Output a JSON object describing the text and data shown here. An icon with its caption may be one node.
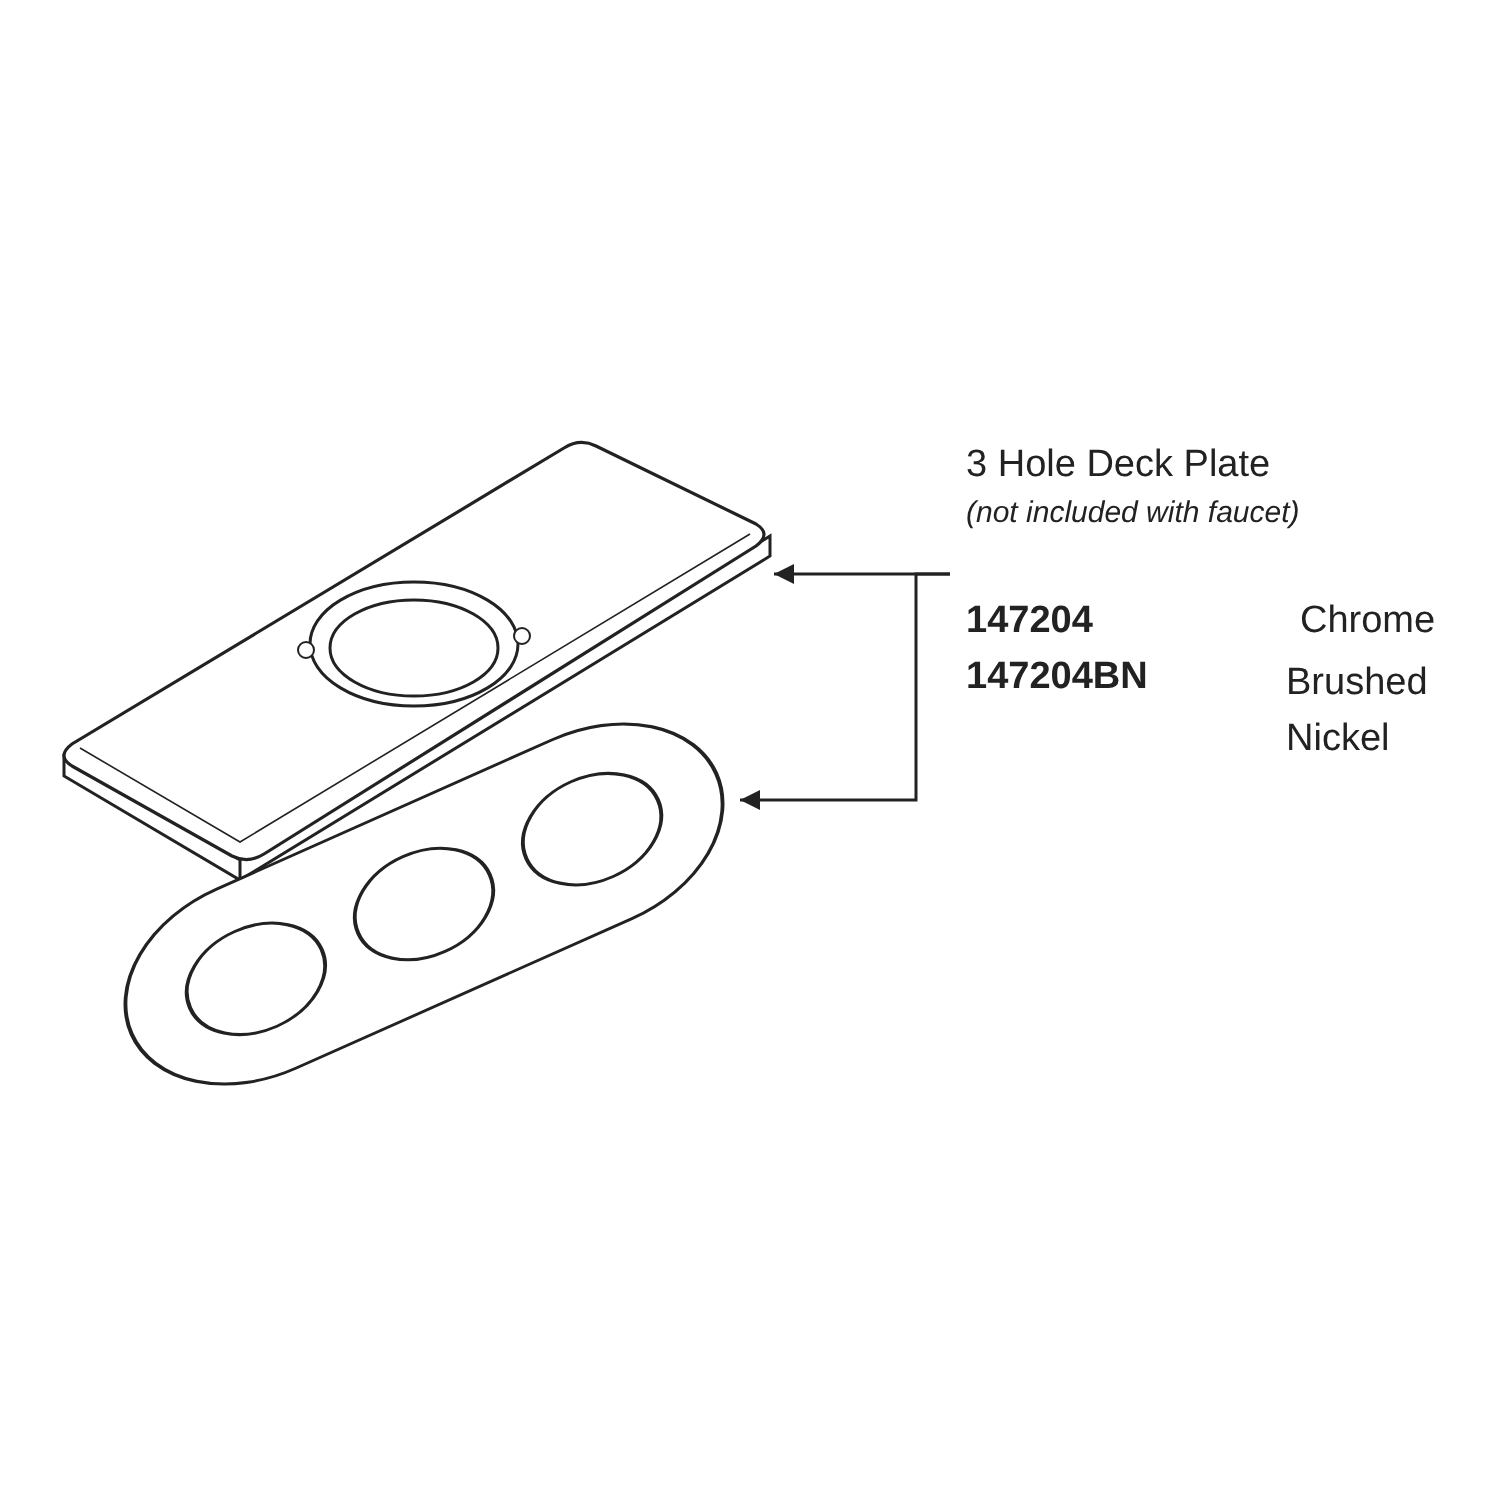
{
  "diagram": {
    "nodes": [
      {
        "text": [
          "3 Hole Deck Plate",
          "(not included with faucet)"
        ]
      },
      {
        "text": [],
        "shape": "picture"
      },
      {
        "text": [],
        "shape": "picture"
      }
    ],
    "edges": [
      {
        "from": 0,
        "to": 1,
        "arrow": "to"
      },
      {
        "from": 0,
        "to": 2,
        "arrow": "to"
      }
    ],
    "labels": [
      "147204",
      "Chrome",
      "147204BN",
      "Brushed Nickel"
    ]
  }
}
